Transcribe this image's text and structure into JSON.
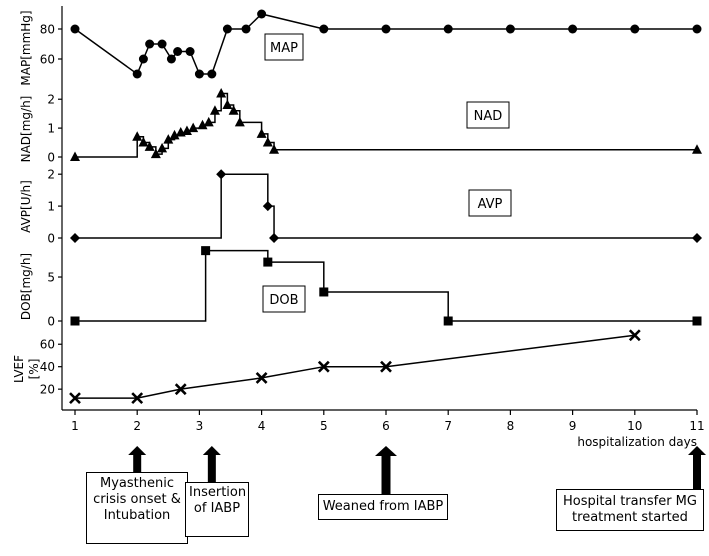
{
  "chart_data": {
    "type": "line",
    "x_axis": {
      "ticks": [
        1,
        2,
        3,
        4,
        5,
        6,
        7,
        8,
        9,
        10,
        11
      ],
      "label": "hospitalization days",
      "range": [
        1,
        11
      ]
    },
    "panels": [
      {
        "id": "map",
        "label": "MAP",
        "ylabel": "MAP[mmHg]",
        "yticks": [
          60,
          80
        ],
        "ylim": [
          42,
          92
        ],
        "marker": "circle",
        "step": false,
        "points": [
          [
            1,
            80
          ],
          [
            2,
            50
          ],
          [
            2.1,
            60
          ],
          [
            2.2,
            70
          ],
          [
            2.4,
            70
          ],
          [
            2.55,
            60
          ],
          [
            2.65,
            65
          ],
          [
            2.85,
            65
          ],
          [
            3.0,
            50
          ],
          [
            3.2,
            50
          ],
          [
            3.45,
            80
          ],
          [
            3.75,
            80
          ],
          [
            4.0,
            90
          ],
          [
            5.0,
            80
          ],
          [
            6,
            80
          ],
          [
            7,
            80
          ],
          [
            8,
            80
          ],
          [
            9,
            80
          ],
          [
            10,
            80
          ],
          [
            11,
            80
          ]
        ]
      },
      {
        "id": "nad",
        "label": "NAD",
        "ylabel": "NAD[mg/h]",
        "yticks": [
          0,
          1,
          2
        ],
        "ylim": [
          0,
          2.25
        ],
        "marker": "triangle",
        "step": true,
        "points": [
          [
            1,
            0
          ],
          [
            2,
            0.7
          ],
          [
            2.1,
            0.5
          ],
          [
            2.2,
            0.35
          ],
          [
            2.3,
            0.1
          ],
          [
            2.4,
            0.3
          ],
          [
            2.5,
            0.6
          ],
          [
            2.6,
            0.75
          ],
          [
            2.7,
            0.85
          ],
          [
            2.8,
            0.9
          ],
          [
            2.9,
            1.0
          ],
          [
            3.05,
            1.1
          ],
          [
            3.15,
            1.2
          ],
          [
            3.25,
            1.6
          ],
          [
            3.35,
            2.2
          ],
          [
            3.45,
            1.8
          ],
          [
            3.55,
            1.6
          ],
          [
            3.65,
            1.2
          ],
          [
            4.0,
            0.8
          ],
          [
            4.1,
            0.5
          ],
          [
            4.2,
            0.25
          ],
          [
            11,
            0.25
          ]
        ]
      },
      {
        "id": "avp",
        "label": "AVP",
        "ylabel": "AVP[U/h]",
        "yticks": [
          0,
          1,
          2
        ],
        "ylim": [
          0,
          2.1
        ],
        "marker": "diamond",
        "step": true,
        "points": [
          [
            1,
            0
          ],
          [
            3.35,
            2
          ],
          [
            4.1,
            1
          ],
          [
            4.2,
            0
          ],
          [
            11,
            0
          ]
        ]
      },
      {
        "id": "dob",
        "label": "DOB",
        "ylabel": "DOB[mg/h]",
        "yticks": [
          0,
          5
        ],
        "ylim": [
          0,
          8.3
        ],
        "marker": "square",
        "step": true,
        "points": [
          [
            1,
            0
          ],
          [
            3.1,
            8
          ],
          [
            4.1,
            6.7
          ],
          [
            5.0,
            3.3
          ],
          [
            7.0,
            0
          ],
          [
            11,
            0
          ]
        ]
      },
      {
        "id": "lvef",
        "label": "",
        "ylabel": "LVEF [%]",
        "yticks": [
          20,
          40,
          60
        ],
        "ylim": [
          5,
          70
        ],
        "marker": "x",
        "step": false,
        "points": [
          [
            1,
            12
          ],
          [
            2,
            12
          ],
          [
            2.7,
            20
          ],
          [
            4.0,
            30
          ],
          [
            5.0,
            40
          ],
          [
            6.0,
            40
          ],
          [
            10.0,
            68
          ]
        ]
      }
    ],
    "events": [
      {
        "day": 2.0,
        "text": "Myasthenic crisis onset & Intubation"
      },
      {
        "day": 3.2,
        "text": "Insertion of IABP"
      },
      {
        "day": 6.0,
        "text": "Weaned from IABP"
      },
      {
        "day": 11.0,
        "text": "Hospital transfer MG treatment started"
      }
    ]
  }
}
